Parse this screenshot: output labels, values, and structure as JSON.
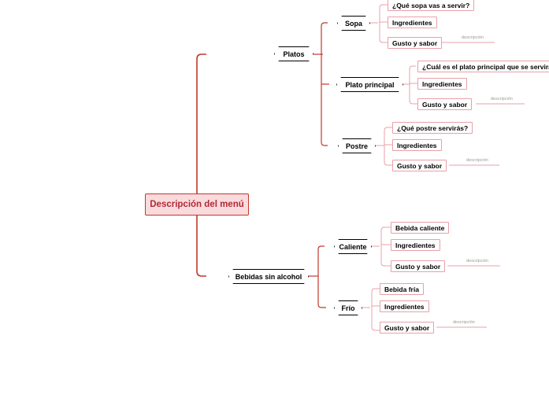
{
  "diagram": {
    "type": "mindmap",
    "title": "Descripción del menú",
    "colors": {
      "root_fill": "#fadbdd",
      "root_border": "#c0392b",
      "root_text": "#b02a37",
      "link": "#c0392b",
      "leaf_border": "#e8a0a8",
      "branch_border": "#000000",
      "desc_text": "#999999"
    },
    "root": {
      "label": "Descripción del menú"
    },
    "branches": [
      {
        "label": "Platos",
        "children": [
          {
            "label": "Sopa",
            "leaves": [
              {
                "label": "¿Qué sopa vas a servir?"
              },
              {
                "label": "Ingredientes"
              },
              {
                "label": "Gusto y sabor",
                "note": "descripción"
              }
            ]
          },
          {
            "label": "Plato principal",
            "leaves": [
              {
                "label": "¿Cuál es el plato principal que se servirá?"
              },
              {
                "label": "Ingredientes"
              },
              {
                "label": "Gusto y sabor",
                "note": "descripción"
              }
            ]
          },
          {
            "label": "Postre",
            "leaves": [
              {
                "label": "¿Qué postre servirás?"
              },
              {
                "label": "Ingredientes"
              },
              {
                "label": "Gusto y sabor",
                "note": "descripción"
              }
            ]
          }
        ]
      },
      {
        "label": "Bebidas sin alcohol",
        "children": [
          {
            "label": "Caliente",
            "leaves": [
              {
                "label": "Bebida caliente"
              },
              {
                "label": "Ingredientes"
              },
              {
                "label": "Gusto y sabor",
                "note": "descripción"
              }
            ]
          },
          {
            "label": "Frío",
            "leaves": [
              {
                "label": "Bebida fría"
              },
              {
                "label": "Ingredientes"
              },
              {
                "label": "Gusto y sabor",
                "note": "descripción"
              }
            ]
          }
        ]
      }
    ]
  }
}
